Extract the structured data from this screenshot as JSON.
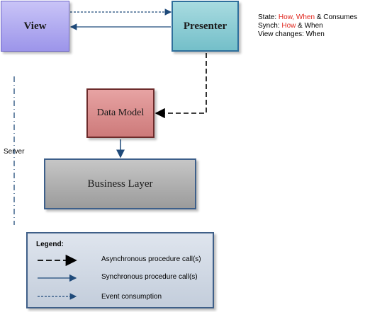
{
  "nodes": {
    "view": "View",
    "presenter": "Presenter",
    "data_model": "Data Model",
    "business_layer": "Business Layer"
  },
  "notes": {
    "line1": {
      "prefix": "State: ",
      "highlight": "How, When",
      "suffix": " & Consumes"
    },
    "line2": {
      "prefix": "Synch: ",
      "highlight": "How",
      "suffix": " & When"
    },
    "line3": "View changes: When"
  },
  "server_label": "Server",
  "legend": {
    "title": "Legend:",
    "items": [
      "Asynchronous procedure call(s)",
      "Synchronous procedure call(s)",
      "Event consumption"
    ]
  },
  "colors": {
    "view": "#9c95ea",
    "presenter": "#74bfc9",
    "data_model": "#cd7a7a",
    "business_layer": "#9b9b9b",
    "connector": "#1f4a7a",
    "highlight": "#e0261d"
  }
}
